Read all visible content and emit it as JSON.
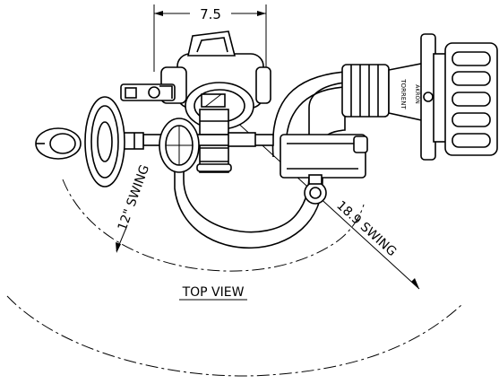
{
  "drawing": {
    "view_title": "TOP VIEW",
    "dim_width": "7.5",
    "swing_small": "12\" SWING",
    "swing_large": "18.9 SWING"
  }
}
